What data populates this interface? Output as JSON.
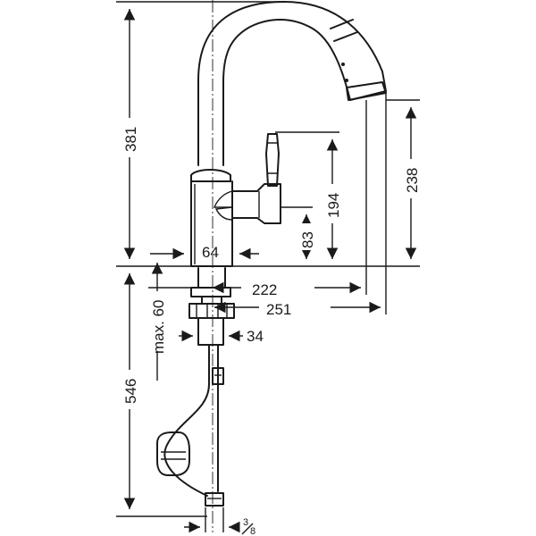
{
  "dimensions": {
    "overall_height": "381",
    "spout_height": "238",
    "lever_height": "194",
    "lever_base_height": "83",
    "body_diameter": "64",
    "reach_inner": "222",
    "reach_outer": "251",
    "shank_diameter": "34",
    "hose_length": "546",
    "max_deck": "max. 60",
    "connection_whole": "3",
    "connection_frac_bottom": "8"
  },
  "colors": {
    "line": "#1a1a1a",
    "background": "#ffffff"
  }
}
